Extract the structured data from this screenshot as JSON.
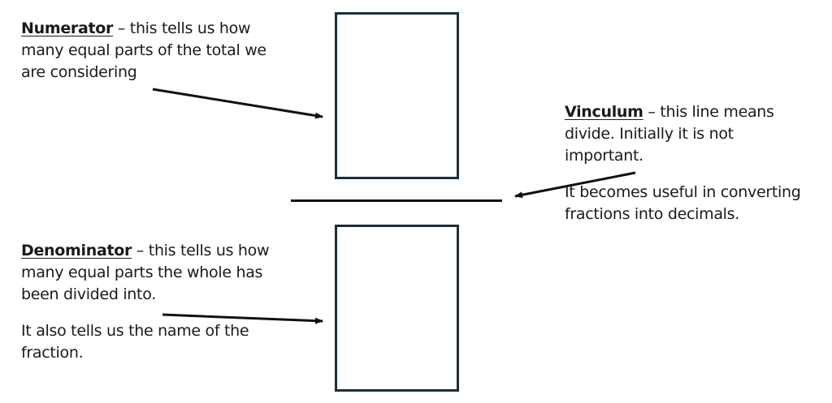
{
  "numerator": {
    "term": "Numerator",
    "lines": [
      " – this tells us how",
      "many equal parts of the total we",
      "are considering"
    ]
  },
  "vinculum": {
    "term": "Vinculum",
    "lines": [
      " – this line means",
      "divide. Initially it is not",
      "important."
    ],
    "extra_lines": [
      "It becomes useful in converting",
      "fractions into decimals."
    ]
  },
  "denominator": {
    "term": "Denominator",
    "lines": [
      " – this tells us how",
      "many equal parts the whole has",
      "been divided into."
    ],
    "extra_lines": [
      "It also tells us the name of the",
      "fraction."
    ]
  }
}
